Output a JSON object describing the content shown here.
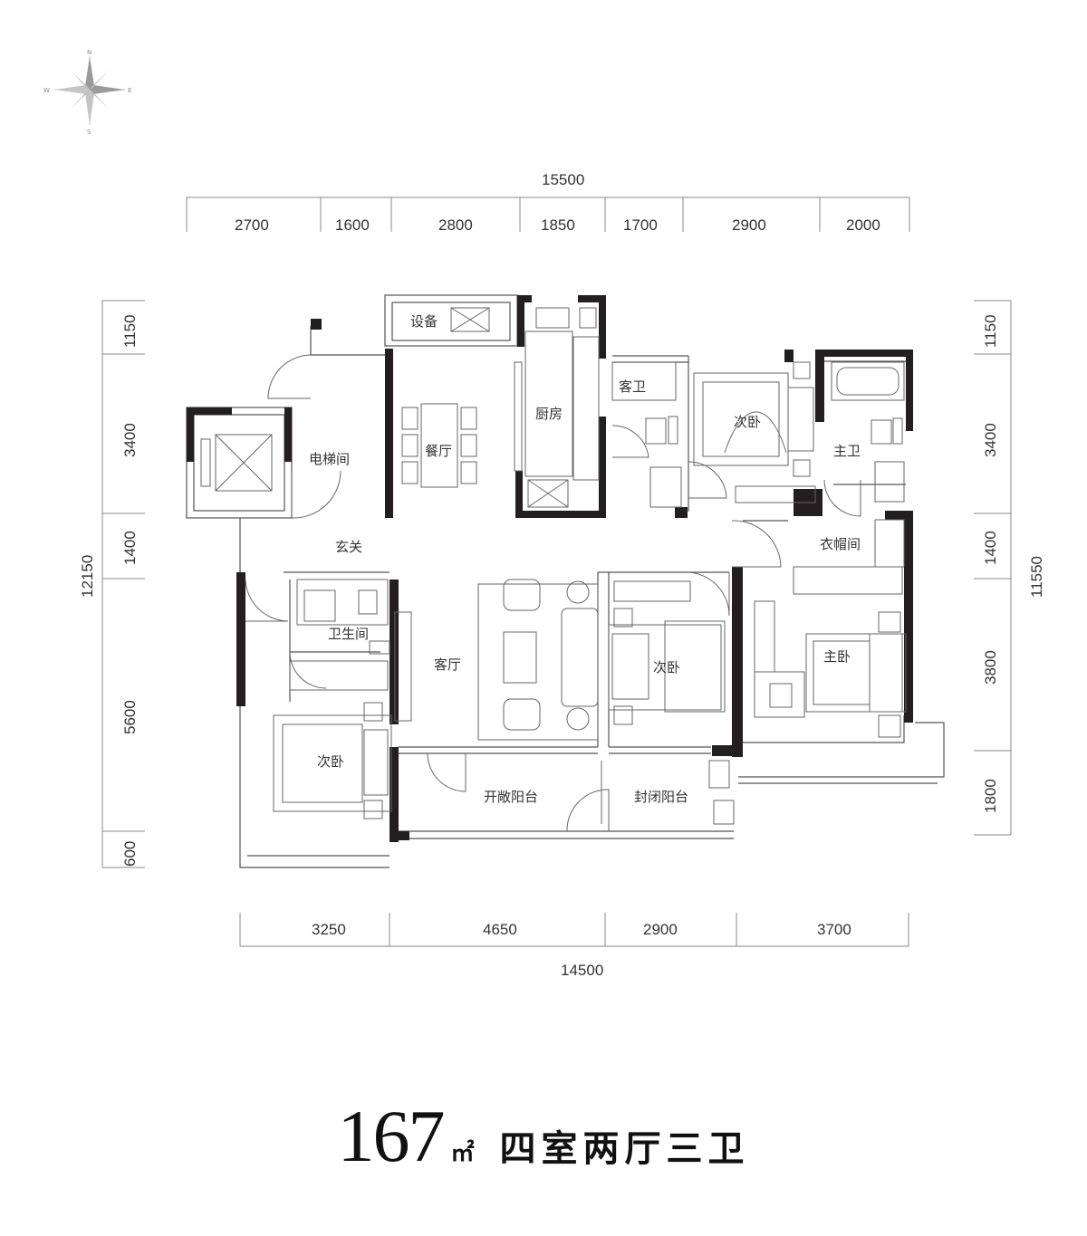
{
  "compass": {
    "north": "N",
    "south": "S",
    "east": "E",
    "west": "W"
  },
  "dimensions": {
    "top_total": "15500",
    "top_segments": [
      "2700",
      "1600",
      "2800",
      "1850",
      "1700",
      "2900",
      "2000"
    ],
    "bottom_total": "14500",
    "bottom_segments": [
      "3250",
      "4650",
      "2900",
      "3700"
    ],
    "left_total": "12150",
    "left_segments": [
      "1150",
      "3400",
      "1400",
      "5600",
      "600"
    ],
    "right_total": "11550",
    "right_segments": [
      "1150",
      "3400",
      "1400",
      "3800",
      "1800"
    ]
  },
  "rooms": {
    "equipment": "设备",
    "dining": "餐厅",
    "kitchen": "厨房",
    "guest_bath": "客卫",
    "bedroom_ne": "次卧",
    "master_bath": "主卫",
    "elevator": "电梯间",
    "foyer": "玄关",
    "cloakroom": "衣帽间",
    "washroom": "卫生间",
    "living": "客厅",
    "bedroom_center": "次卧",
    "master_bedroom": "主卧",
    "bedroom_sw": "次卧",
    "open_balcony": "开敞阳台",
    "closed_balcony": "封闭阳台"
  },
  "headline": {
    "area": "167",
    "unit": "㎡",
    "layout": "四室两厅三卫"
  }
}
